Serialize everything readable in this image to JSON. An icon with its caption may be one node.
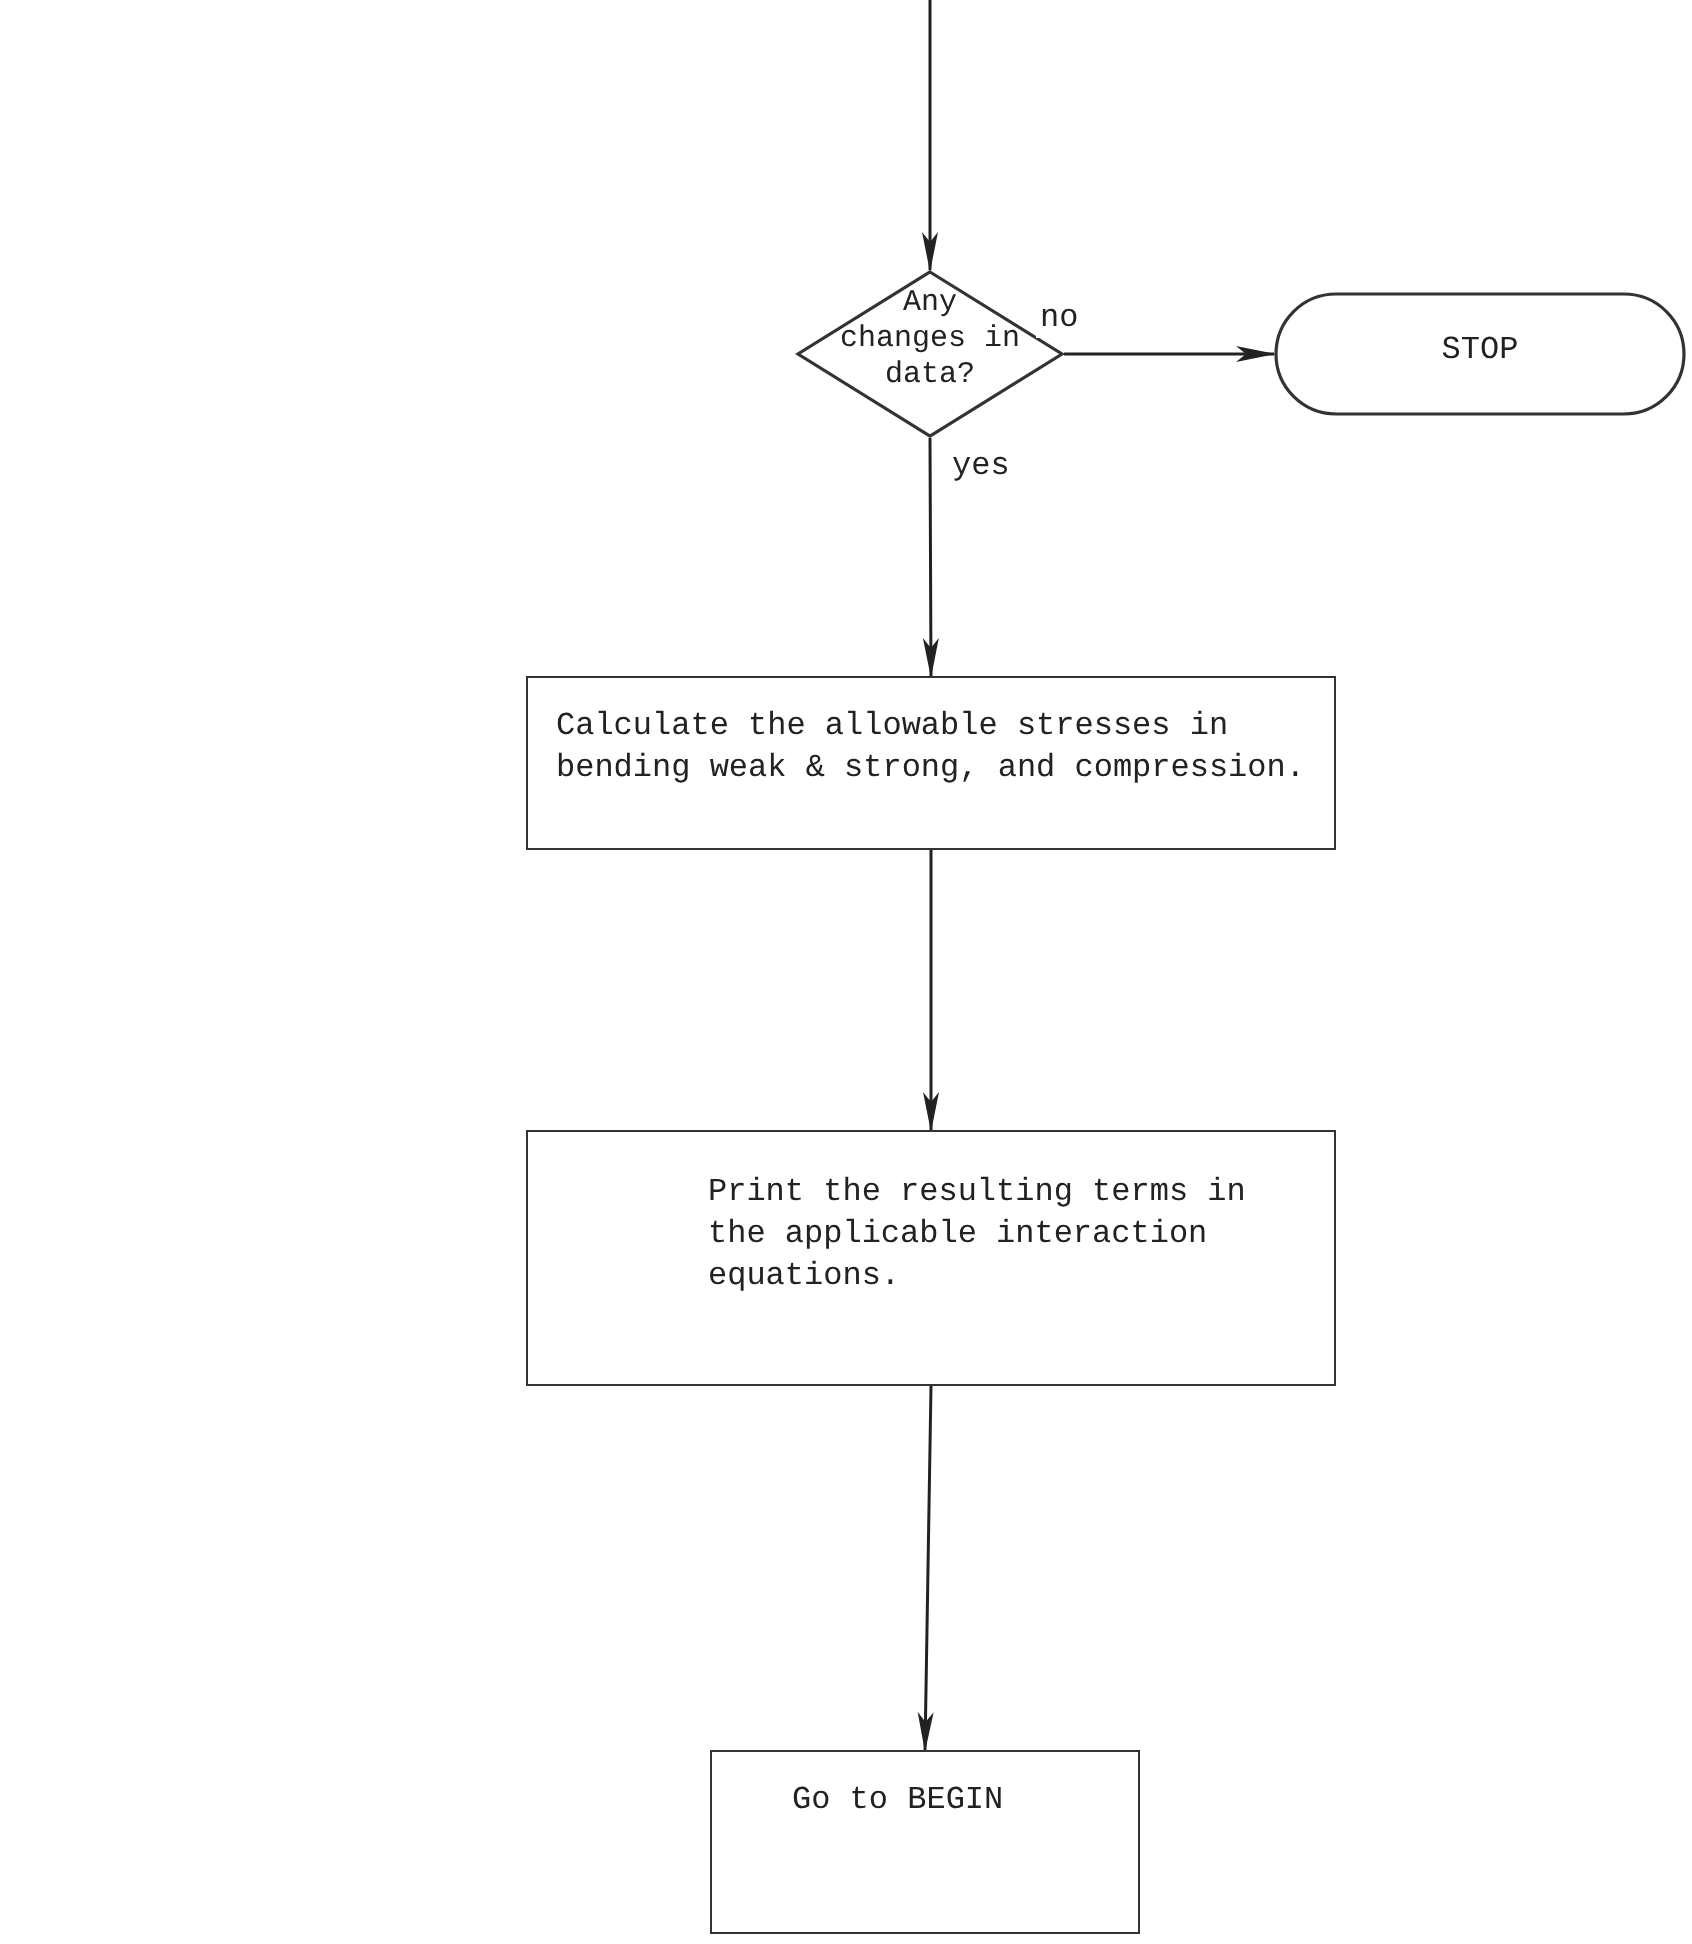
{
  "diagram": {
    "nodes": [
      {
        "text": [
          "Any changes in data?"
        ]
      },
      {
        "text": [
          "STOP"
        ]
      },
      {
        "text": [
          "Calculate the allowable stresses in bending weak & strong, and compression."
        ]
      },
      {
        "text": [
          "Print the resulting terms in the applicable interaction equations."
        ]
      },
      {
        "text": [
          "Go to BEGIN"
        ]
      }
    ],
    "edges": [
      {
        "from": null,
        "to": 0,
        "arrow": "to"
      },
      {
        "from": 0,
        "to": 1,
        "arrow": "to",
        "label": "no"
      },
      {
        "from": 0,
        "to": 2,
        "arrow": "to",
        "label": "yes"
      },
      {
        "from": 2,
        "to": 3,
        "arrow": "to"
      },
      {
        "from": 3,
        "to": 4,
        "arrow": "to"
      }
    ]
  }
}
